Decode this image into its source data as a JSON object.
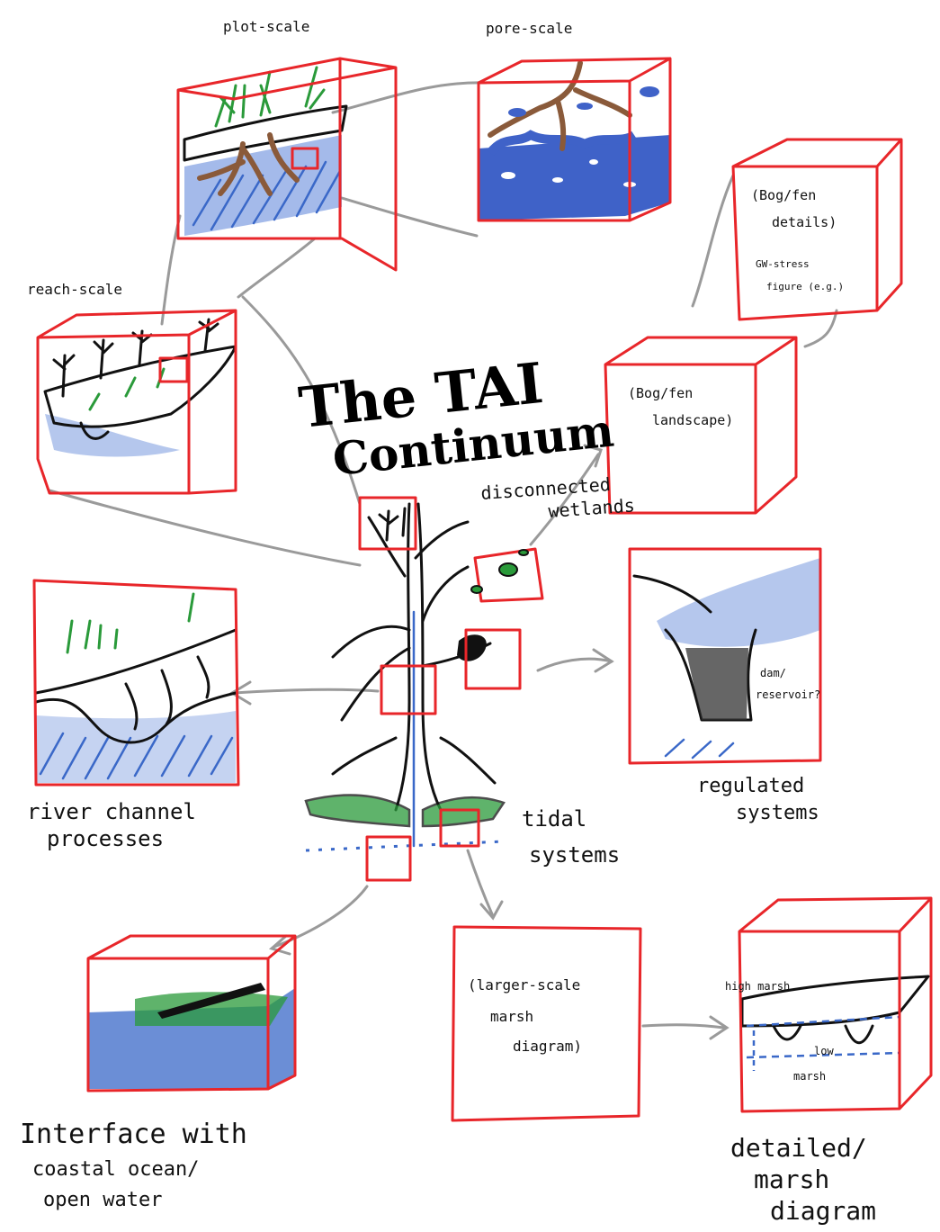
{
  "title": {
    "line1": "The TAI",
    "line2": "Continuum"
  },
  "labels": {
    "plot_scale": "plot-scale",
    "pore_scale": "pore-scale",
    "reach_scale": "reach-scale",
    "bog_details_1": "(Bog/fen",
    "bog_details_2": "details)",
    "bog_details_3": "GW-stress",
    "bog_details_4": "figure (e.g.)",
    "bog_landscape_1": "(Bog/fen",
    "bog_landscape_2": "landscape)",
    "disconnected_1": "disconnected",
    "disconnected_2": "wetlands",
    "dam_1": "dam/",
    "dam_2": "reservoir?",
    "regulated_1": "regulated",
    "regulated_2": "systems",
    "river_1": "river channel",
    "river_2": "processes",
    "tidal_1": "tidal",
    "tidal_2": "systems",
    "larger_1": "(larger-scale",
    "larger_2": "marsh",
    "larger_3": "diagram)",
    "high_marsh": "high marsh",
    "low_marsh_1": "low",
    "low_marsh_2": "marsh",
    "interface_1": "Interface with",
    "interface_2": "coastal ocean/",
    "interface_3": "open water",
    "detailed_1": "detailed/",
    "detailed_2": "marsh",
    "detailed_3": "diagram"
  },
  "colors": {
    "frame": "#e8262a",
    "connector": "#9a9a9a",
    "water": "#3a68c8",
    "vegetation": "#2a9a3a",
    "roots": "#8a5a3a",
    "ink": "#111111"
  }
}
